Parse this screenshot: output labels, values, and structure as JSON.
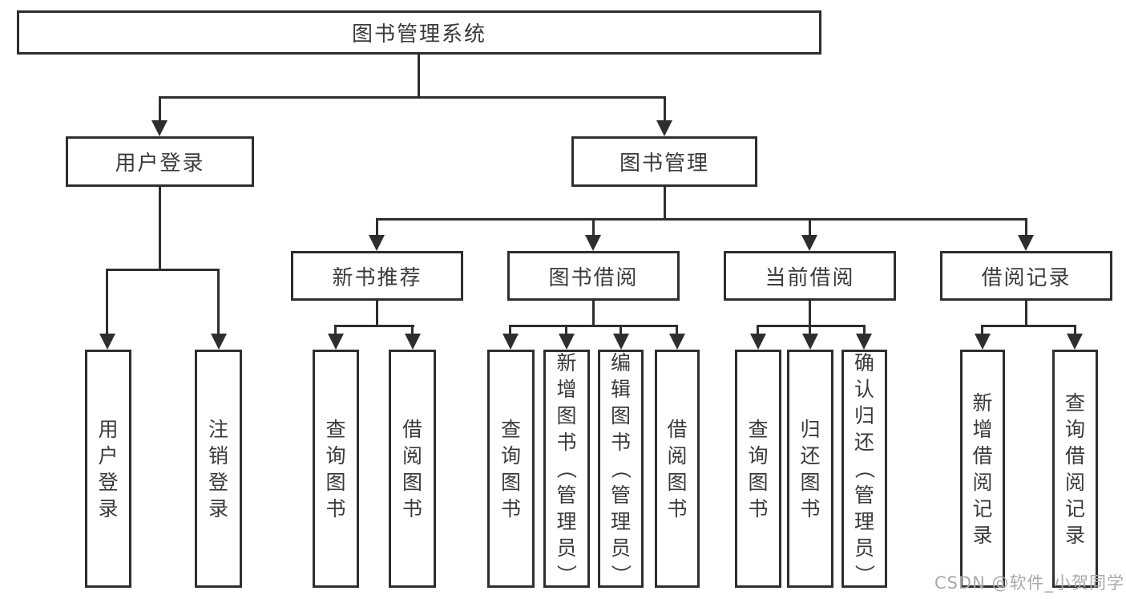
{
  "diagram": {
    "title": "图书管理系统",
    "root": {
      "label": "图书管理系统"
    },
    "level2": [
      {
        "label": "用户登录"
      },
      {
        "label": "图书管理"
      }
    ],
    "level3": [
      {
        "label": "新书推荐"
      },
      {
        "label": "图书借阅"
      },
      {
        "label": "当前借阅"
      },
      {
        "label": "借阅记录"
      }
    ],
    "leaves": {
      "user_login": [
        "用户登录",
        "注销登录"
      ],
      "new_book": [
        "查询图书",
        "借阅图书"
      ],
      "book_borrow": [
        "查询图书",
        "新增图书（管理员）",
        "编辑图书（管理员）",
        "借阅图书"
      ],
      "current_borrow": [
        "查询图书",
        "归还图书",
        "确认归还（管理员）"
      ],
      "borrow_record": [
        "新增借阅记录",
        "查询借阅记录"
      ]
    },
    "colors": {
      "line": "#2e2e2e",
      "text": "#3a3a3a",
      "background": "#ffffff",
      "watermark": "#a9a9a9"
    }
  },
  "watermark": {
    "text": "CSDN @软件_小贺同学"
  }
}
